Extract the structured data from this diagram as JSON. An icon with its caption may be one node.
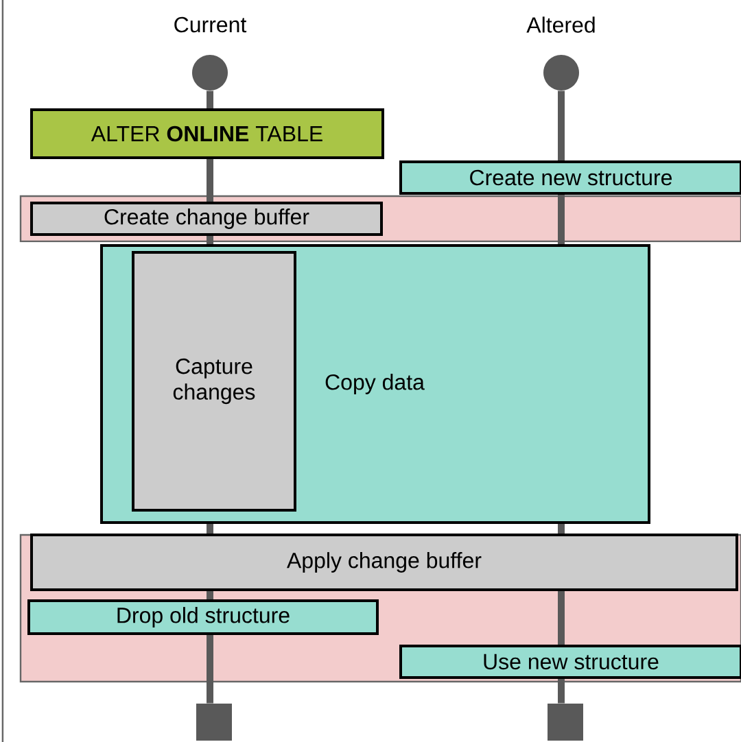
{
  "diagram": {
    "nodes": [
      {
        "text": [],
        "shape": "circle"
      },
      {
        "text": [],
        "shape": "circle"
      },
      {
        "text": [
          "ALTER **ONLINE** TABLE"
        ]
      },
      {
        "text": [
          "Create new structure"
        ]
      },
      {
        "text": [],
        "shape": "box"
      },
      {
        "text": [
          "Create change buffer"
        ],
        "in": 4
      },
      {
        "text": [
          "Copy data"
        ]
      },
      {
        "text": [
          "Capture changes"
        ],
        "in": 6
      },
      {
        "text": [],
        "shape": "box"
      },
      {
        "text": [
          "Apply change buffer"
        ],
        "in": 8
      },
      {
        "text": [
          "Drop old structure"
        ],
        "in": 8
      },
      {
        "text": [
          "Use new structure"
        ],
        "in": 8
      },
      {
        "text": [],
        "shape": "box"
      },
      {
        "text": [],
        "shape": "box"
      }
    ],
    "edges": [
      {
        "from": 0,
        "to": 2,
        "arrow": "none"
      },
      {
        "from": 2,
        "to": 5,
        "arrow": "none"
      },
      {
        "from": 5,
        "to": 6,
        "arrow": "none"
      },
      {
        "from": 6,
        "to": 9,
        "arrow": "none"
      },
      {
        "from": 9,
        "to": 10,
        "arrow": "none"
      },
      {
        "from": 10,
        "to": 12,
        "arrow": "none"
      },
      {
        "from": 1,
        "to": 3,
        "arrow": "none"
      },
      {
        "from": 3,
        "to": 6,
        "arrow": "none"
      },
      {
        "from": 6,
        "to": 9,
        "arrow": "none"
      },
      {
        "from": 9,
        "to": 11,
        "arrow": "none"
      },
      {
        "from": 11,
        "to": 13,
        "arrow": "none"
      }
    ],
    "labels": [
      "Current",
      "Altered"
    ]
  }
}
